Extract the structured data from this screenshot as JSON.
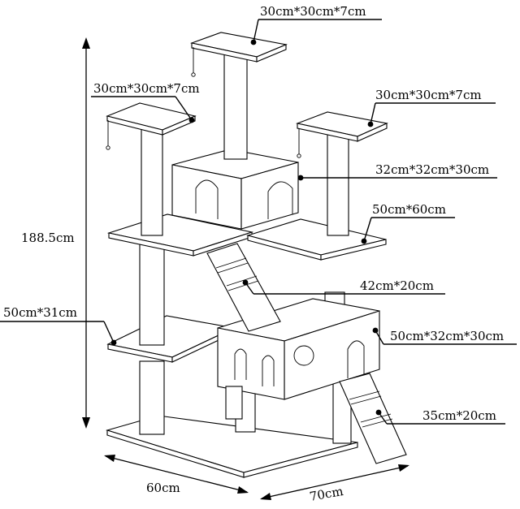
{
  "labels": {
    "top_platform": "30cm*30cm*7cm",
    "left_platform": "30cm*30cm*7cm",
    "right_platform": "30cm*30cm*7cm",
    "upper_house": "32cm*32cm*30cm",
    "upper_right_shelf": "50cm*60cm",
    "upper_ladder": "42cm*20cm",
    "total_height": "188.5cm",
    "left_shelf": "50cm*31cm",
    "lower_house": "50cm*32cm*30cm",
    "lower_ladder": "35cm*20cm",
    "base_depth": "60cm",
    "base_width": "70cm"
  }
}
